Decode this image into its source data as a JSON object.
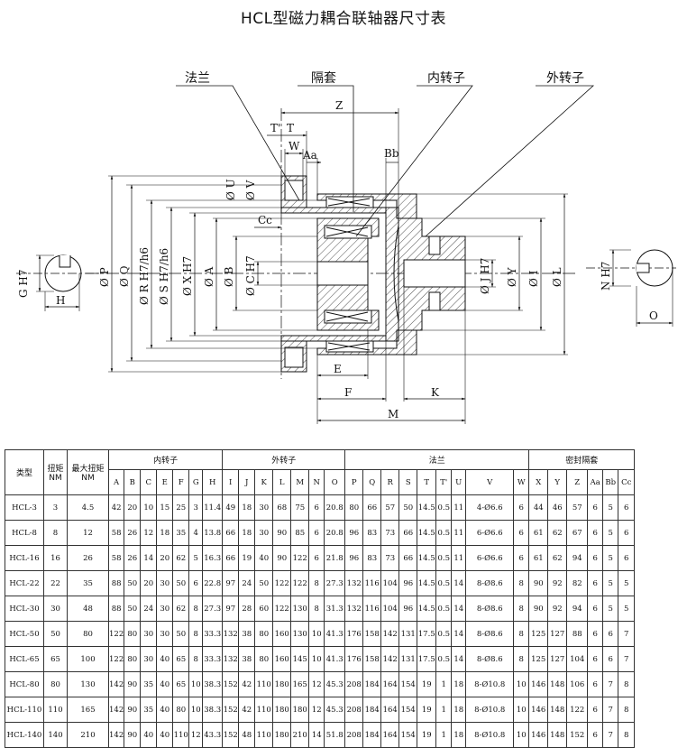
{
  "title": "HCL型磁力耦合联轴器尺寸表",
  "drawing": {
    "callouts": [
      "法兰",
      "隔套",
      "内转子",
      "外转子"
    ],
    "dims": {
      "Z": "Z",
      "T1": "T'",
      "T": "T",
      "W": "W",
      "Aa": "Aa",
      "Bb": "Bb",
      "Cc": "Cc",
      "U": "Ø U",
      "V": "Ø V",
      "P": "Ø P",
      "Q": "Ø Q",
      "R": "Ø R H7/h6",
      "S": "Ø S H7/h6",
      "X": "Ø X H7",
      "A": "Ø A",
      "B": "Ø B",
      "C": "Ø C H7",
      "J": "Ø J H7",
      "Y": "Ø Y",
      "I": "Ø I",
      "L": "Ø L",
      "E": "E",
      "F": "F",
      "K": "K",
      "M": "M",
      "G": "G H7",
      "H": "H",
      "N": "N H7",
      "O": "O"
    }
  },
  "table": {
    "headers": {
      "type": "类型",
      "torque": "扭矩",
      "torque_unit": "NM",
      "max_torque": "最大扭矩",
      "max_torque_unit": "NM",
      "groups": [
        "内转子",
        "外转子",
        "法兰",
        "密封隔套"
      ]
    },
    "columns": [
      "A",
      "B",
      "C",
      "E",
      "F",
      "G",
      "H",
      "I",
      "J",
      "K",
      "L",
      "M",
      "N",
      "O",
      "P",
      "Q",
      "R",
      "S",
      "T",
      "T'",
      "U",
      "V",
      "W",
      "X",
      "Y",
      "Z",
      "Aa",
      "Bb",
      "Cc"
    ],
    "rows": [
      [
        "HCL-3",
        "3",
        "4.5",
        "42",
        "20",
        "10",
        "15",
        "25",
        "3",
        "11.4",
        "49",
        "18",
        "30",
        "68",
        "75",
        "6",
        "20.8",
        "80",
        "66",
        "57",
        "50",
        "14.5",
        "0.5",
        "11",
        "4-Ø6.6",
        "6",
        "44",
        "46",
        "57",
        "6",
        "5",
        "6"
      ],
      [
        "HCL-8",
        "8",
        "12",
        "58",
        "26",
        "12",
        "18",
        "35",
        "4",
        "13.8",
        "66",
        "18",
        "30",
        "90",
        "85",
        "6",
        "20.8",
        "96",
        "83",
        "73",
        "66",
        "14.5",
        "0.5",
        "11",
        "6-Ø6.6",
        "6",
        "61",
        "62",
        "67",
        "6",
        "5",
        "6"
      ],
      [
        "HCL-16",
        "16",
        "26",
        "58",
        "26",
        "14",
        "20",
        "62",
        "5",
        "16.3",
        "66",
        "19",
        "40",
        "90",
        "122",
        "6",
        "21.8",
        "96",
        "83",
        "73",
        "66",
        "14.5",
        "0.5",
        "11",
        "6-Ø6.6",
        "6",
        "61",
        "62",
        "94",
        "6",
        "5",
        "6"
      ],
      [
        "HCL-22",
        "22",
        "35",
        "88",
        "50",
        "20",
        "30",
        "50",
        "6",
        "22.8",
        "97",
        "24",
        "50",
        "122",
        "122",
        "8",
        "27.3",
        "132",
        "116",
        "104",
        "96",
        "14.5",
        "0.5",
        "14",
        "8-Ø8.6",
        "8",
        "90",
        "92",
        "82",
        "6",
        "5",
        "5"
      ],
      [
        "HCL-30",
        "30",
        "48",
        "88",
        "50",
        "24",
        "30",
        "62",
        "8",
        "27.3",
        "97",
        "28",
        "60",
        "122",
        "130",
        "8",
        "31.3",
        "132",
        "116",
        "104",
        "96",
        "14.5",
        "0.5",
        "14",
        "8-Ø8.6",
        "8",
        "90",
        "92",
        "94",
        "6",
        "5",
        "5"
      ],
      [
        "HCL-50",
        "50",
        "80",
        "122",
        "80",
        "30",
        "30",
        "50",
        "8",
        "33.3",
        "132",
        "38",
        "80",
        "160",
        "130",
        "10",
        "41.3",
        "176",
        "158",
        "142",
        "131",
        "17.5",
        "0.5",
        "14",
        "8-Ø8.6",
        "8",
        "125",
        "127",
        "88",
        "6",
        "6",
        "7"
      ],
      [
        "HCL-65",
        "65",
        "100",
        "122",
        "80",
        "30",
        "40",
        "65",
        "8",
        "33.3",
        "132",
        "38",
        "80",
        "160",
        "145",
        "10",
        "41.3",
        "176",
        "158",
        "142",
        "131",
        "17.5",
        "0.5",
        "14",
        "8-Ø8.6",
        "8",
        "125",
        "127",
        "104",
        "6",
        "6",
        "7"
      ],
      [
        "HCL-80",
        "80",
        "130",
        "142",
        "90",
        "35",
        "40",
        "65",
        "10",
        "38.3",
        "152",
        "42",
        "110",
        "180",
        "165",
        "12",
        "45.3",
        "208",
        "184",
        "164",
        "154",
        "19",
        "1",
        "18",
        "8-Ø10.8",
        "10",
        "146",
        "148",
        "106",
        "6",
        "7",
        "8"
      ],
      [
        "HCL-110",
        "110",
        "165",
        "142",
        "90",
        "35",
        "40",
        "80",
        "10",
        "38.3",
        "152",
        "42",
        "110",
        "180",
        "180",
        "12",
        "45.3",
        "208",
        "184",
        "164",
        "154",
        "19",
        "1",
        "18",
        "8-Ø10.8",
        "10",
        "146",
        "148",
        "122",
        "6",
        "7",
        "8"
      ],
      [
        "HCL-140",
        "140",
        "210",
        "142",
        "90",
        "40",
        "40",
        "110",
        "12",
        "43.3",
        "152",
        "48",
        "110",
        "180",
        "210",
        "14",
        "51.8",
        "208",
        "184",
        "164",
        "154",
        "19",
        "1",
        "18",
        "8-Ø10.8",
        "10",
        "146",
        "148",
        "152",
        "6",
        "7",
        "8"
      ]
    ]
  }
}
